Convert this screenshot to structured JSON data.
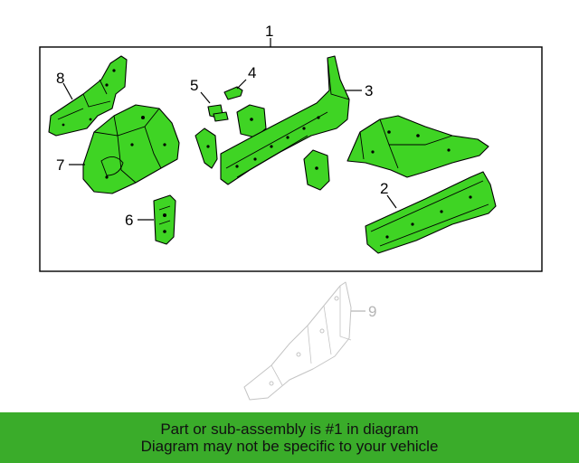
{
  "diagram": {
    "callouts": {
      "c1": "1",
      "c2": "2",
      "c3": "3",
      "c4": "4",
      "c5": "5",
      "c6": "6",
      "c7": "7",
      "c8": "8",
      "c9": "9"
    },
    "colors": {
      "part_fill": "#3fd424",
      "ghost_stroke": "#c4c4c4",
      "banner_bg": "#3aac2a"
    }
  },
  "banner": {
    "line1": "Part or sub-assembly is #1 in diagram",
    "line2": "Diagram may not be specific to your vehicle"
  }
}
